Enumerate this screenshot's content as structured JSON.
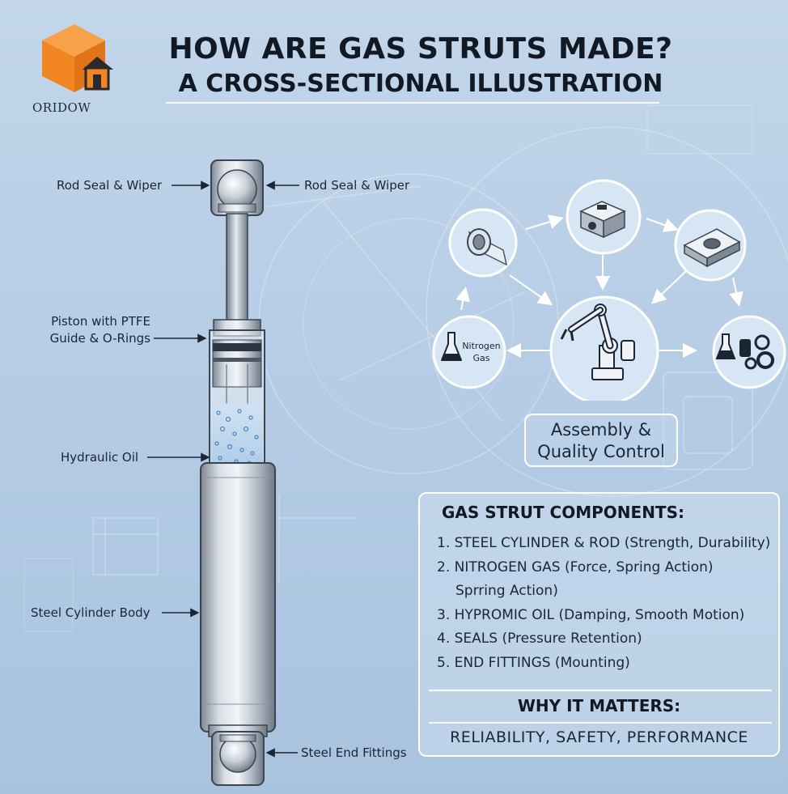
{
  "header": {
    "title": "HOW ARE GAS STRUTS MADE?",
    "subtitle": "A CROSS-SECTIONAL ILLUSTRATION",
    "logo_text": "ORIDOW"
  },
  "strut_callouts": {
    "rod_seal_left": "Rod Seal & Wiper",
    "rod_seal_right": "Rod Seal & Wiper",
    "piston_line1": "Piston with PTFE",
    "piston_line2": "Guide & O-Rings",
    "hydraulic_oil": "Hydraulic Oil",
    "cylinder_body": "Steel Cylinder Body",
    "end_fittings": "Steel End Fittings"
  },
  "process": {
    "nitrogen_line1": "Nitrogen",
    "nitrogen_line2": "Gas",
    "assembly_line1": "Assembly &",
    "assembly_line2": "Quality Control",
    "icons": [
      "steel-tube-icon",
      "machined-block-icon",
      "end-bracket-icon",
      "nitrogen-flask-icon",
      "robot-arm-icon",
      "oil-and-seals-icon"
    ]
  },
  "components": {
    "title": "GAS STRUT COMPONENTS:",
    "lines": [
      "1. STEEL CYLINDER & ROD (Strength, Durability)",
      "2. NITROGEN GAS (Force, Spring Action)",
      "Sprring Action)",
      "3. HYPROMIC OIL (Damping, Smooth Motion)",
      "4. SEALS (Pressure Retention)",
      "5. END FITTINGS (Mounting)"
    ],
    "why_title": "WHY IT MATTERS:",
    "why_body": "RELIABILITY, SAFETY, PERFORMANCE"
  },
  "colors": {
    "background": "#b3cbe5",
    "logo_orange": "#f08522",
    "logo_dark": "#2a2a2a",
    "panel_border": "#ffffff",
    "metal": "#c4cbd3"
  }
}
